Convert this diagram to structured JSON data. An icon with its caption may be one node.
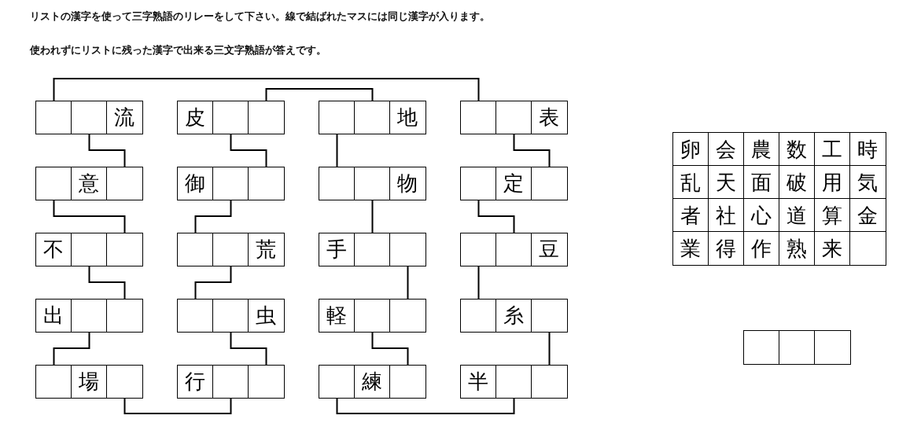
{
  "diagram": {
    "labels": [
      "リストの漢字を使って三字熟語のリレーをして下さい。線で結ばれたマスには同じ漢字が入ります。",
      "使われずにリストに残った漢字で出来る三文字熟語が答えです。"
    ],
    "nodes": [
      {
        "text": [],
        "shape": "box"
      },
      {
        "text": [],
        "shape": "box"
      },
      {
        "text": [
          "流"
        ]
      },
      {
        "text": [
          "皮"
        ]
      },
      {
        "text": [],
        "shape": "box"
      },
      {
        "text": [],
        "shape": "box"
      },
      {
        "text": [],
        "shape": "box"
      },
      {
        "text": [],
        "shape": "box"
      },
      {
        "text": [
          "地"
        ]
      },
      {
        "text": [],
        "shape": "box"
      },
      {
        "text": [],
        "shape": "box"
      },
      {
        "text": [
          "表"
        ]
      },
      {
        "text": [],
        "shape": "box"
      },
      {
        "text": [
          "意"
        ]
      },
      {
        "text": [],
        "shape": "box"
      },
      {
        "text": [
          "御"
        ]
      },
      {
        "text": [],
        "shape": "box"
      },
      {
        "text": [],
        "shape": "box"
      },
      {
        "text": [],
        "shape": "box"
      },
      {
        "text": [],
        "shape": "box"
      },
      {
        "text": [
          "物"
        ]
      },
      {
        "text": [],
        "shape": "box"
      },
      {
        "text": [
          "定"
        ]
      },
      {
        "text": [],
        "shape": "box"
      },
      {
        "text": [
          "不"
        ]
      },
      {
        "text": [],
        "shape": "box"
      },
      {
        "text": [],
        "shape": "box"
      },
      {
        "text": [],
        "shape": "box"
      },
      {
        "text": [],
        "shape": "box"
      },
      {
        "text": [
          "荒"
        ]
      },
      {
        "text": [
          "手"
        ]
      },
      {
        "text": [],
        "shape": "box"
      },
      {
        "text": [],
        "shape": "box"
      },
      {
        "text": [],
        "shape": "box"
      },
      {
        "text": [],
        "shape": "box"
      },
      {
        "text": [
          "豆"
        ]
      },
      {
        "text": [
          "出"
        ]
      },
      {
        "text": [],
        "shape": "box"
      },
      {
        "text": [],
        "shape": "box"
      },
      {
        "text": [],
        "shape": "box"
      },
      {
        "text": [],
        "shape": "box"
      },
      {
        "text": [
          "虫"
        ]
      },
      {
        "text": [
          "軽"
        ]
      },
      {
        "text": [],
        "shape": "box"
      },
      {
        "text": [],
        "shape": "box"
      },
      {
        "text": [],
        "shape": "box"
      },
      {
        "text": [
          "糸"
        ]
      },
      {
        "text": [],
        "shape": "box"
      },
      {
        "text": [],
        "shape": "box"
      },
      {
        "text": [
          "場"
        ]
      },
      {
        "text": [],
        "shape": "box"
      },
      {
        "text": [
          "行"
        ]
      },
      {
        "text": [],
        "shape": "box"
      },
      {
        "text": [],
        "shape": "box"
      },
      {
        "text": [],
        "shape": "box"
      },
      {
        "text": [
          "練"
        ]
      },
      {
        "text": [],
        "shape": "box"
      },
      {
        "text": [
          "半"
        ]
      },
      {
        "text": [],
        "shape": "box"
      },
      {
        "text": [],
        "shape": "box"
      },
      {
        "text": [
          "卵"
        ]
      },
      {
        "text": [
          "会"
        ]
      },
      {
        "text": [
          "農"
        ]
      },
      {
        "text": [
          "数"
        ]
      },
      {
        "text": [
          "工"
        ]
      },
      {
        "text": [
          "時"
        ]
      },
      {
        "text": [
          "乱"
        ]
      },
      {
        "text": [
          "天"
        ]
      },
      {
        "text": [
          "面"
        ]
      },
      {
        "text": [
          "破"
        ]
      },
      {
        "text": [
          "用"
        ]
      },
      {
        "text": [
          "気"
        ]
      },
      {
        "text": [
          "者"
        ]
      },
      {
        "text": [
          "社"
        ]
      },
      {
        "text": [
          "心"
        ]
      },
      {
        "text": [
          "道"
        ]
      },
      {
        "text": [
          "算"
        ]
      },
      {
        "text": [
          "金"
        ]
      },
      {
        "text": [
          "業"
        ]
      },
      {
        "text": [
          "得"
        ]
      },
      {
        "text": [
          "作"
        ]
      },
      {
        "text": [
          "熟"
        ]
      },
      {
        "text": [
          "来"
        ]
      },
      {
        "text": [],
        "shape": "box"
      },
      {
        "text": [],
        "shape": "box"
      },
      {
        "text": [],
        "shape": "box"
      },
      {
        "text": [],
        "shape": "box"
      }
    ],
    "edges": [
      {
        "from": 0,
        "to": 9,
        "arrow": "none"
      },
      {
        "from": 5,
        "to": 7,
        "arrow": "none"
      },
      {
        "from": 1,
        "to": 14,
        "arrow": "none"
      },
      {
        "from": 4,
        "to": 17,
        "arrow": "none"
      },
      {
        "from": 6,
        "to": 18,
        "arrow": "none"
      },
      {
        "from": 10,
        "to": 23,
        "arrow": "none"
      },
      {
        "from": 12,
        "to": 26,
        "arrow": "none"
      },
      {
        "from": 16,
        "to": 27,
        "arrow": "none"
      },
      {
        "from": 19,
        "to": 31,
        "arrow": "none"
      },
      {
        "from": 21,
        "to": 34,
        "arrow": "none"
      },
      {
        "from": 25,
        "to": 38,
        "arrow": "none"
      },
      {
        "from": 28,
        "to": 39,
        "arrow": "none"
      },
      {
        "from": 32,
        "to": 44,
        "arrow": "none"
      },
      {
        "from": 33,
        "to": 45,
        "arrow": "none"
      },
      {
        "from": 37,
        "to": 48,
        "arrow": "none"
      },
      {
        "from": 40,
        "to": 53,
        "arrow": "none"
      },
      {
        "from": 43,
        "to": 56,
        "arrow": "none"
      },
      {
        "from": 47,
        "to": 59,
        "arrow": "none"
      },
      {
        "from": 50,
        "to": 52,
        "arrow": "none"
      },
      {
        "from": 54,
        "to": 58,
        "arrow": "none"
      }
    ]
  }
}
